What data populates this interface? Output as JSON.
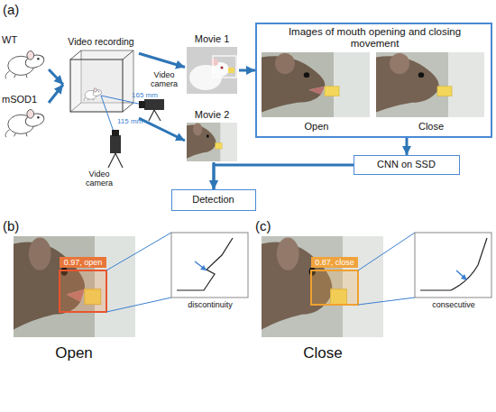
{
  "diagram": {
    "nodes": [
      {
        "text": [
          "WT"
        ]
      },
      {
        "text": [
          "mSOD1"
        ]
      },
      {
        "text": [
          "Video recording"
        ]
      },
      {
        "text": [
          "Movie 1"
        ]
      },
      {
        "text": [
          "Movie 2"
        ]
      },
      {
        "text": [
          "Images of mouth opening and closing movement",
          "Open",
          "Close"
        ]
      },
      {
        "text": [
          "CNN on SSD"
        ]
      },
      {
        "text": [
          "Detection"
        ]
      }
    ],
    "edges": [
      {
        "from": 0,
        "to": 2,
        "arrow": "to"
      },
      {
        "from": 1,
        "to": 2,
        "arrow": "to"
      },
      {
        "from": 2,
        "to": 3,
        "arrow": "to"
      },
      {
        "from": 2,
        "to": 4,
        "arrow": "to"
      },
      {
        "from": 3,
        "to": 5,
        "arrow": "to"
      },
      {
        "from": 5,
        "to": 6,
        "arrow": "to"
      },
      {
        "from": 6,
        "to": 7,
        "arrow": "to"
      },
      {
        "from": 4,
        "to": 7,
        "arrow": "to"
      }
    ],
    "labels": [
      "(a)",
      "Video camera",
      "Video camera",
      "165 mm",
      "115 mm",
      "(b)",
      "0.97, open",
      "discontinuity",
      "Open",
      "(c)",
      "0.87, close",
      "consecutive",
      "Close"
    ]
  }
}
